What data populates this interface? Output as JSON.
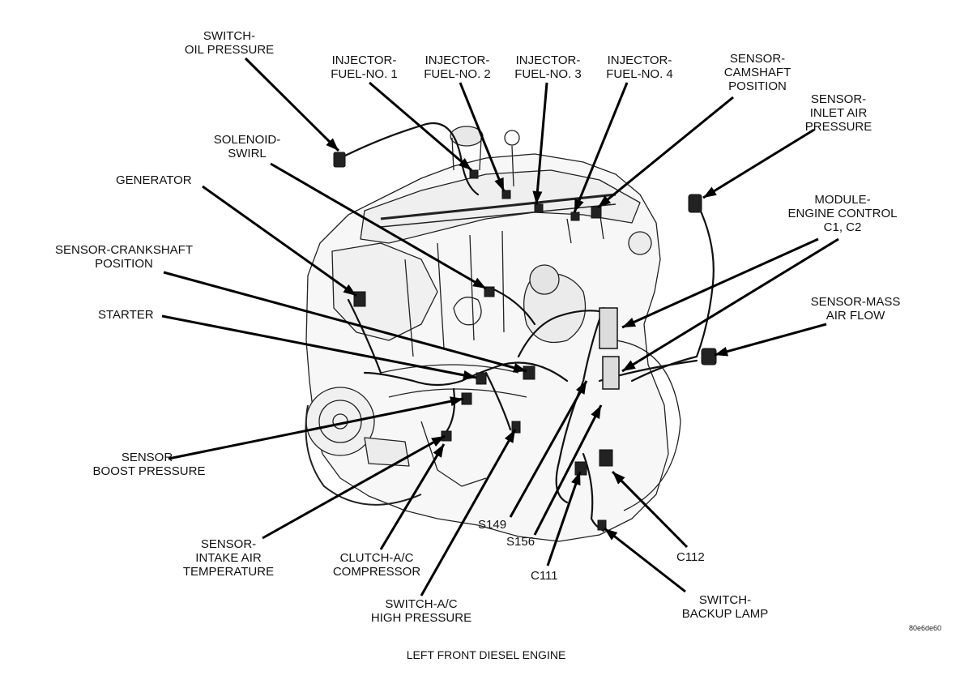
{
  "figure": {
    "caption": "LEFT FRONT DIESEL ENGINE",
    "ref_code": "80e6de60"
  },
  "labels": {
    "switch_oil_pressure": [
      "SWITCH-",
      "OIL PRESSURE"
    ],
    "injector_1": [
      "INJECTOR-",
      "FUEL-NO. 1"
    ],
    "injector_2": [
      "INJECTOR-",
      "FUEL-NO. 2"
    ],
    "injector_3": [
      "INJECTOR-",
      "FUEL-NO. 3"
    ],
    "injector_4": [
      "INJECTOR-",
      "FUEL-NO. 4"
    ],
    "sensor_camshaft": [
      "SENSOR-",
      "CAMSHAFT",
      "POSITION"
    ],
    "sensor_inlet_air": [
      "SENSOR-",
      "INLET AIR",
      "PRESSURE"
    ],
    "solenoid_swirl": [
      "SOLENOID-",
      "SWIRL"
    ],
    "generator": [
      "GENERATOR"
    ],
    "module_engine_control": [
      "MODULE-",
      "ENGINE CONTROL",
      "C1,   C2"
    ],
    "sensor_crankshaft": [
      "SENSOR-CRANKSHAFT",
      "POSITION"
    ],
    "starter": [
      "STARTER"
    ],
    "sensor_mass_air_flow": [
      "SENSOR-MASS",
      "AIR FLOW"
    ],
    "sensor_boost_pressure": [
      "SENSOR-",
      "BOOST PRESSURE"
    ],
    "s149": [
      "S149"
    ],
    "s156": [
      "S156"
    ],
    "c112": [
      "C112"
    ],
    "c111": [
      "C111"
    ],
    "sensor_intake_air_temp": [
      "SENSOR-",
      "INTAKE AIR",
      "TEMPERATURE"
    ],
    "clutch_ac_compressor": [
      "CLUTCH-A/C",
      "COMPRESSOR"
    ],
    "switch_ac_high_pressure": [
      "SWITCH-A/C",
      "HIGH PRESSURE"
    ],
    "switch_backup_lamp": [
      "SWITCH-",
      "BACKUP LAMP"
    ]
  }
}
